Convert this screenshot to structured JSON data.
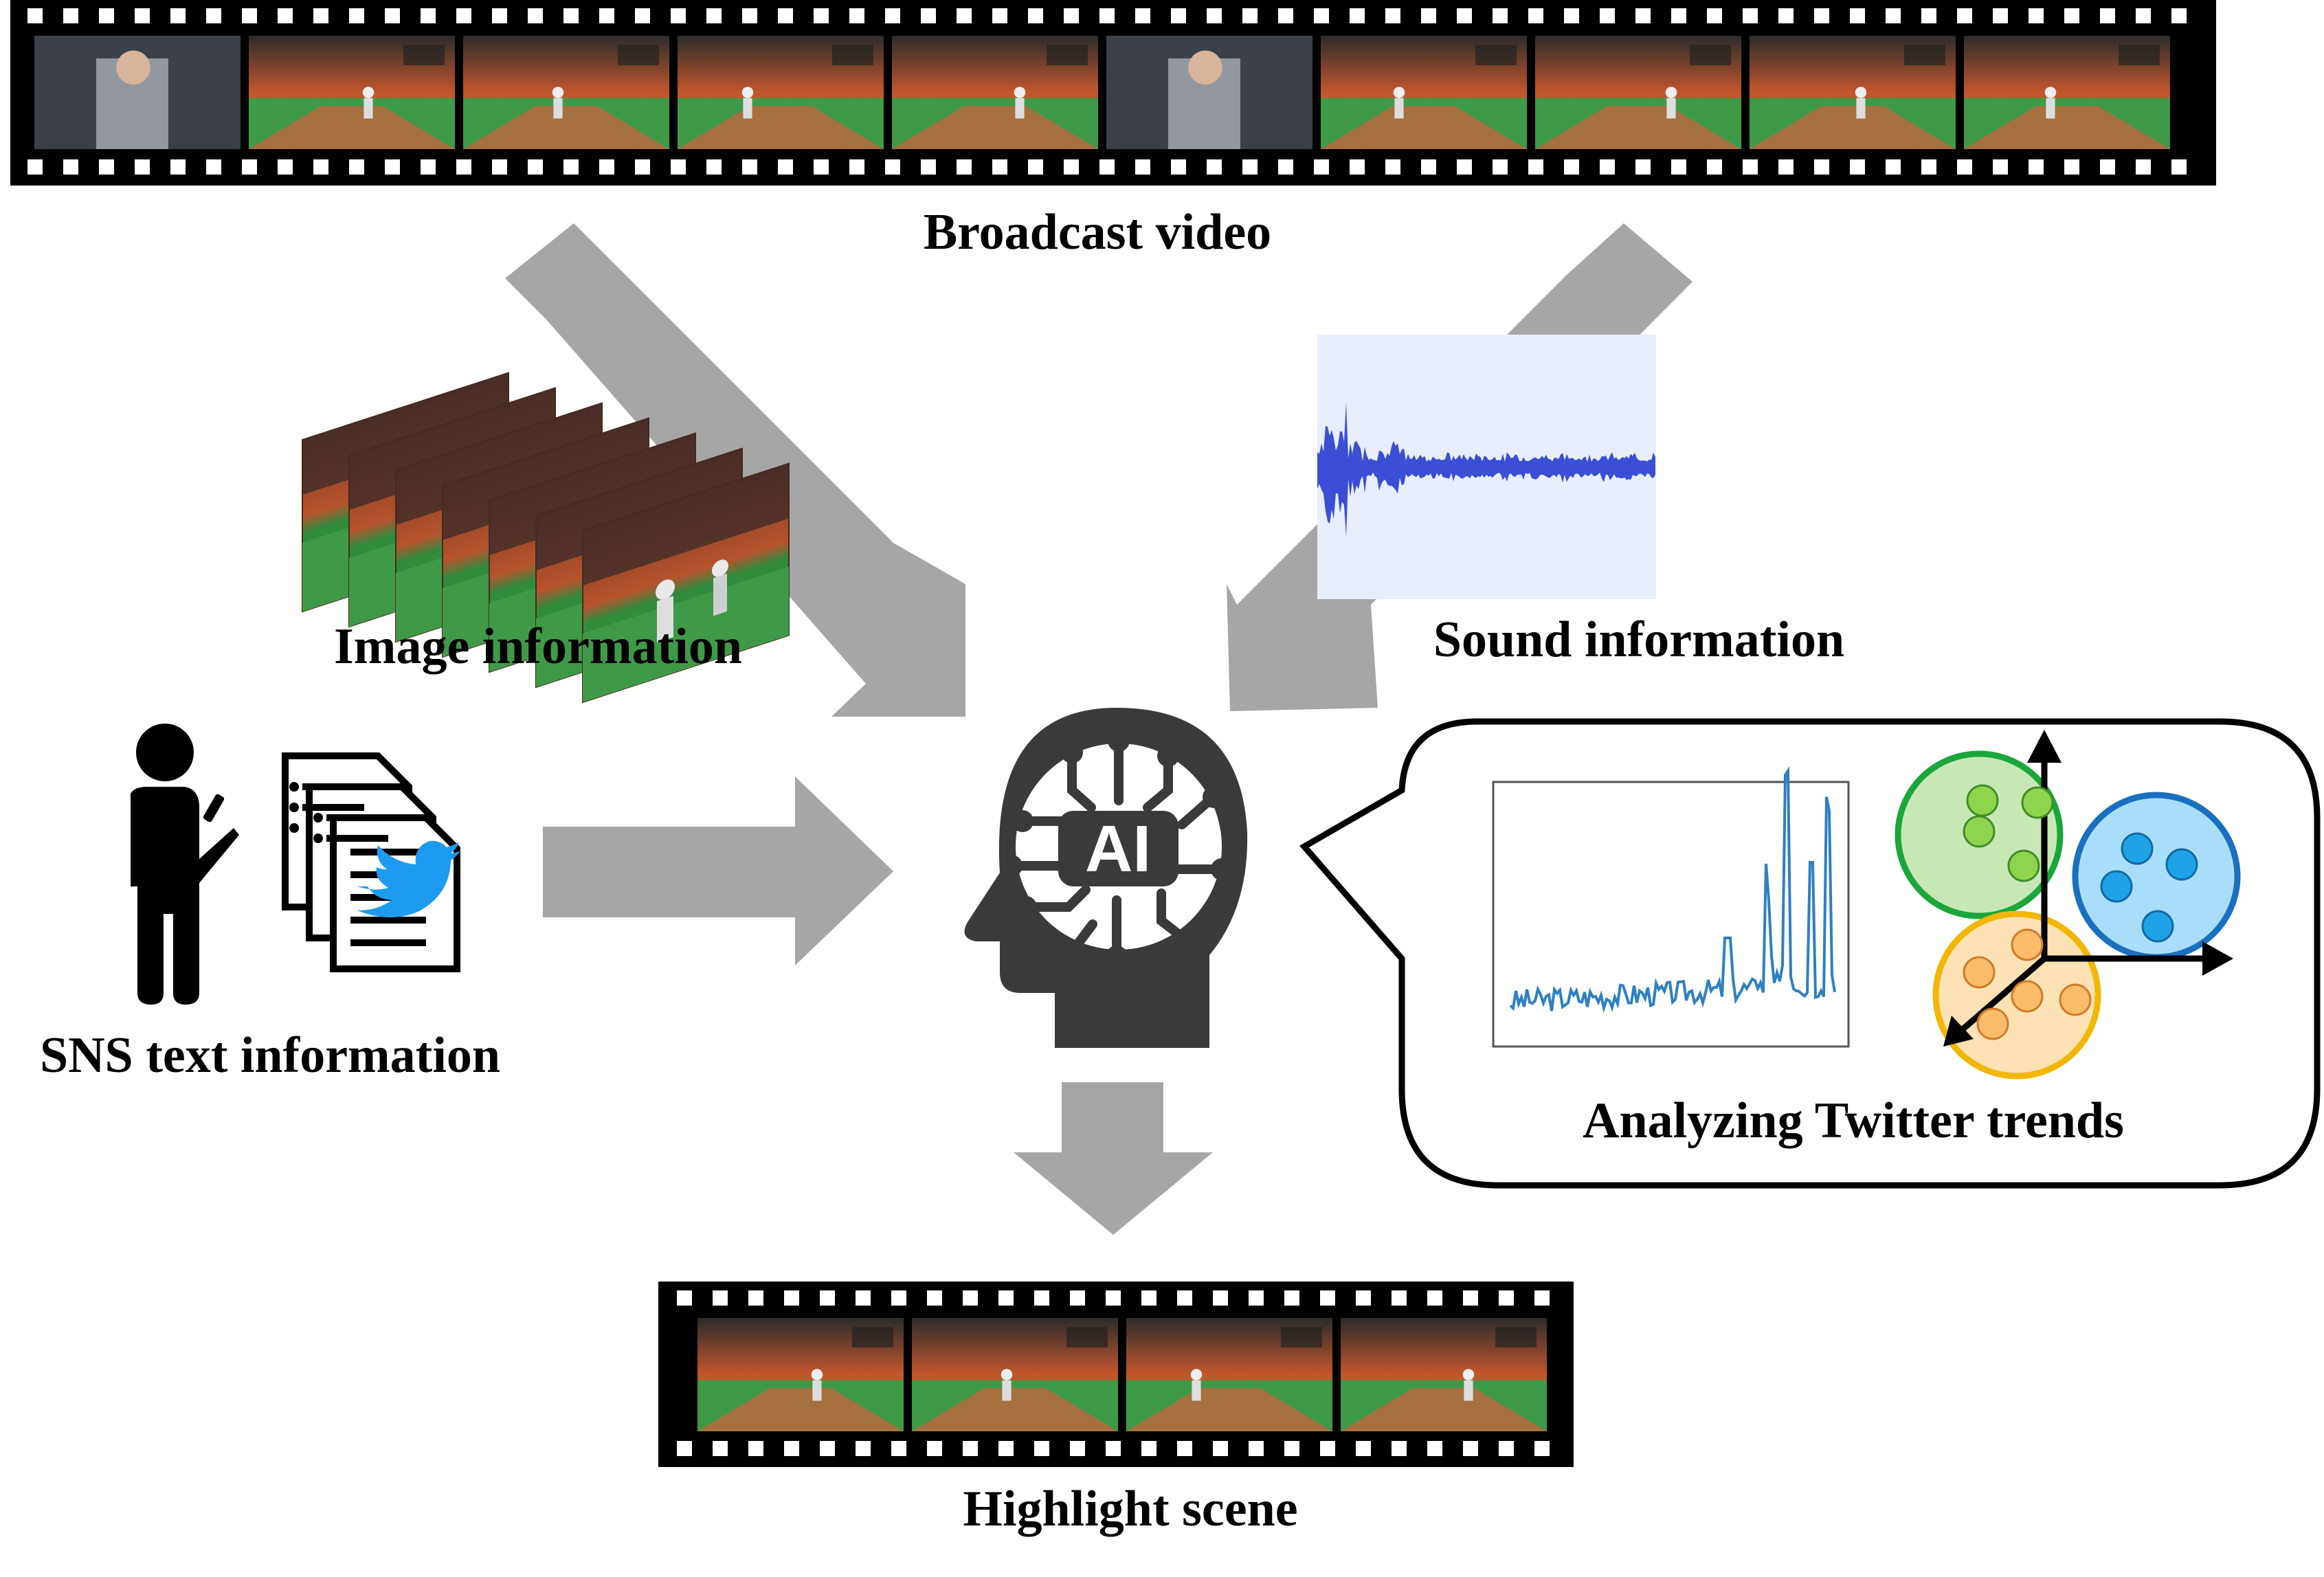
{
  "labels": {
    "broadcast_video": "Broadcast video",
    "image_information": "Image information",
    "sound_information": "Sound information",
    "sns_text_information": "SNS text information",
    "analyzing_twitter_trends": "Analyzing Twitter trends",
    "highlight_scene": "Highlight scene",
    "ai": "AI"
  },
  "icons": {
    "person": "person-with-phone-icon",
    "documents": "document-stack-icon",
    "twitter": "twitter-bird-icon",
    "ai_head": "ai-head-icon"
  },
  "colors": {
    "arrow": "#a6a6a6",
    "film": "#000000",
    "waveform": "#3a4fd6",
    "waveform_bg": "#e8eefc",
    "trend_line": "#2f7fc1",
    "cluster_green": "#1aa63a",
    "cluster_blue": "#1a6fc1",
    "cluster_orange": "#f2b705",
    "ai_head": "#3a3a3a"
  },
  "film_strips": {
    "broadcast_frames": 10,
    "highlight_frames": 4
  }
}
